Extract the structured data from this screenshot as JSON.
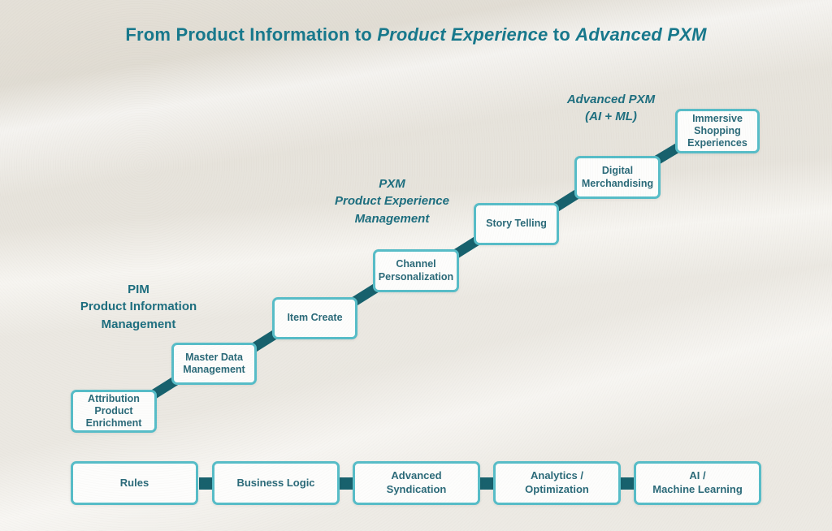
{
  "title": {
    "prefix": "From Product Information to ",
    "emphasis1": "Product Experience",
    "middle": " to ",
    "emphasis2": "Advanced PXM"
  },
  "stages": [
    {
      "label": "Attribution\nProduct\nEnrichment"
    },
    {
      "label": "Master Data\nManagement"
    },
    {
      "label": "Item Create"
    },
    {
      "label": "Channel\nPersonalization"
    },
    {
      "label": "Story Telling"
    },
    {
      "label": "Digital\nMerchandising"
    },
    {
      "label": "Immersive\nShopping\nExperiences"
    }
  ],
  "groups": [
    {
      "label": "PIM\nProduct Information\nManagement"
    },
    {
      "label": "PXM\nProduct Experience\nManagement"
    },
    {
      "label": "Advanced PXM\n(AI + ML)"
    }
  ],
  "foundation": [
    {
      "label": "Rules"
    },
    {
      "label": "Business Logic"
    },
    {
      "label": "Advanced\nSyndication"
    },
    {
      "label": "Analytics /\nOptimization"
    },
    {
      "label": "AI /\nMachine Learning"
    }
  ],
  "colors": {
    "title_text": "#17788c",
    "box_border": "#57bdc8",
    "box_text": "#2b6a79",
    "connector": "#17616d",
    "background": "#f0eee9"
  }
}
